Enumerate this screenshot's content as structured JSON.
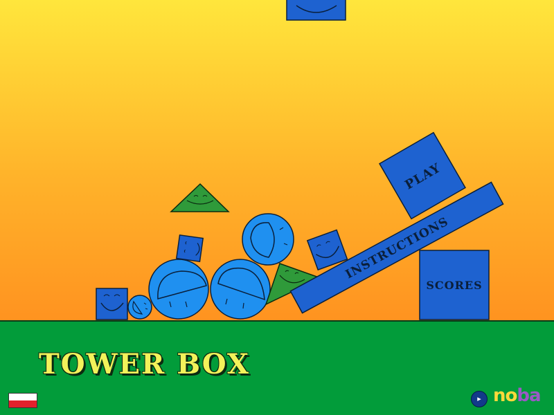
{
  "game": {
    "title": "TOWER BOX",
    "menu": {
      "play": "PLAY",
      "instructions": "INSTRUCTIONS",
      "scores": "SCORES"
    },
    "language_flag": "poland-flag",
    "sound_icon": "speaker-icon",
    "logo": {
      "part1": "no",
      "part2": "ba"
    }
  },
  "colors": {
    "box_blue": "#1e62d0",
    "circle_blue": "#1f90f0",
    "triangle_green": "#2f9a3a",
    "ground_green": "#029c3a",
    "sky_top": "#ffe63c",
    "sky_bottom": "#ff9320",
    "title_yellow": "#f2f25a"
  }
}
